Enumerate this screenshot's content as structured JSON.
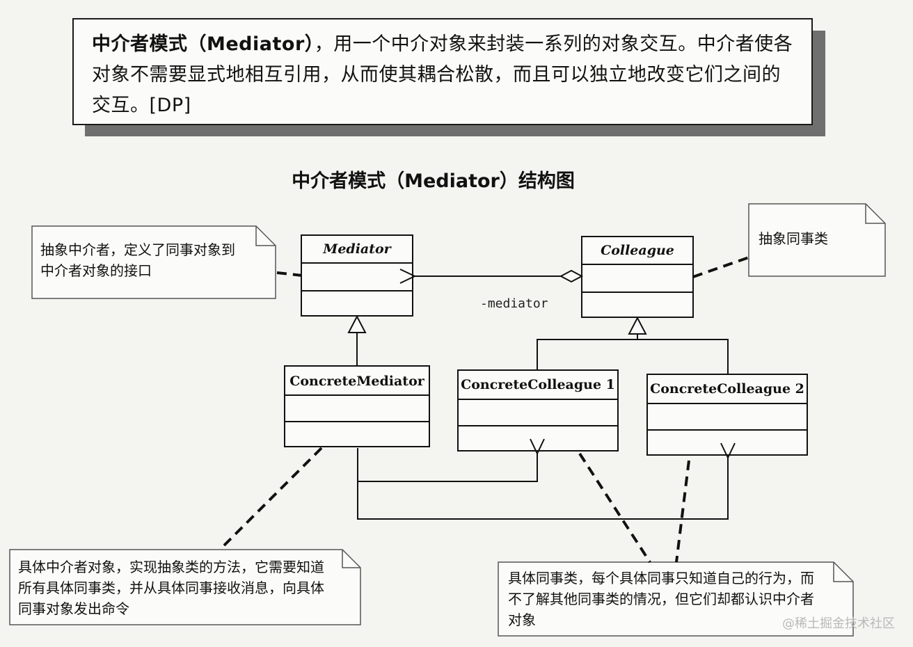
{
  "definition": {
    "term": "中介者模式（Mediator）",
    "text": "，用一个中介对象来封装一系列的对象交互。中介者使各对象不需要显式地相互引用，从而使其耦合松散，而且可以独立地改变它们之间的交互。[DP]"
  },
  "diagram_title": "中介者模式（Mediator）结构图",
  "classes": {
    "mediator": "Mediator",
    "colleague": "Colleague",
    "concrete_mediator": "ConcreteMediator",
    "concrete_colleague_1": "ConcreteColleague 1",
    "concrete_colleague_2": "ConcreteColleague 2"
  },
  "association_role": "-mediator",
  "notes": {
    "abstract_mediator": "抽象中介者，定义了同事对象到中介者对象的接口",
    "abstract_colleague": "抽象同事类",
    "concrete_mediator": "具体中介者对象，实现抽象类的方法，它需要知道所有具体同事类，并从具体同事接收消息，向具体同事对象发出命令",
    "concrete_colleague": "具体同事类，每个具体同事只知道自己的行为，而不了解其他同事类的情况，但它们却都认识中介者对象"
  },
  "watermark": "@稀土掘金技术社区"
}
